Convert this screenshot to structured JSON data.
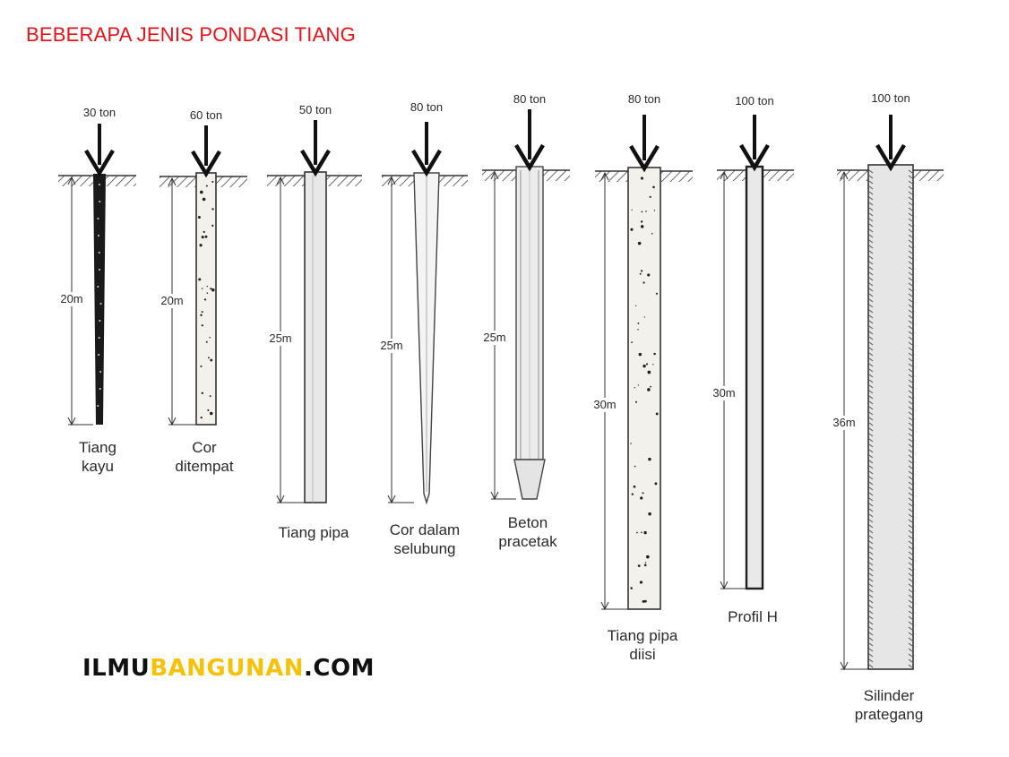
{
  "title": "BEBERAPA JENIS PONDASI TIANG",
  "brand": {
    "part1": "ILMU",
    "part2": "BANGUNAN",
    "part3": ".COM",
    "accent_color": "#f5c20b",
    "dark_color": "#111111"
  },
  "title_color": "#e3121b",
  "piles": [
    {
      "load": "30 ton",
      "length": "20m",
      "name_lines": [
        "Tiang",
        "kayu"
      ]
    },
    {
      "load": "60 ton",
      "length": "20m",
      "name_lines": [
        "Cor",
        "ditempat"
      ]
    },
    {
      "load": "50 ton",
      "length": "25m",
      "name_lines": [
        "Tiang pipa"
      ]
    },
    {
      "load": "80 ton",
      "length": "25m",
      "name_lines": [
        "Cor dalam",
        "selubung"
      ]
    },
    {
      "load": "80 ton",
      "length": "25m",
      "name_lines": [
        "Beton",
        "pracetak"
      ]
    },
    {
      "load": "80 ton",
      "length": "30m",
      "name_lines": [
        "Tiang pipa",
        "diisi"
      ]
    },
    {
      "load": "100 ton",
      "length": "30m",
      "name_lines": [
        "Profil H"
      ]
    },
    {
      "load": "100 ton",
      "length": "36m",
      "name_lines": [
        "Silinder",
        "prategang"
      ]
    }
  ]
}
